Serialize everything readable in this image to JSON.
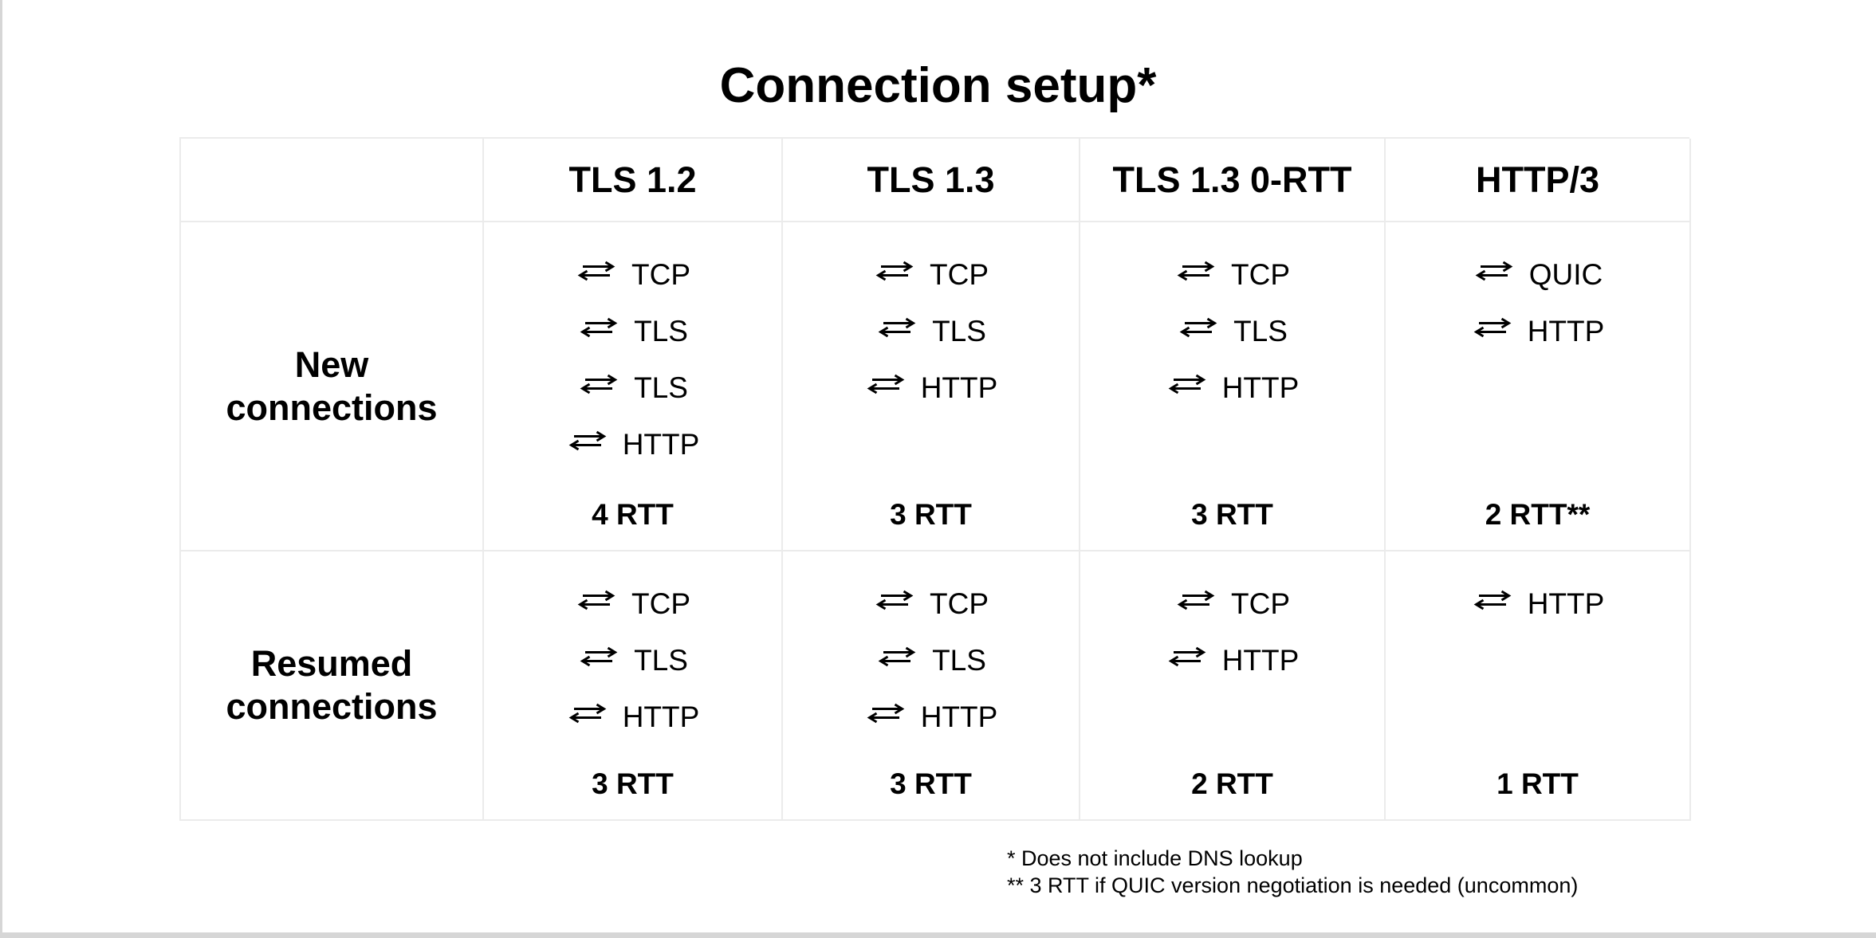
{
  "page": {
    "title": "Connection setup*"
  },
  "table": {
    "columns": [
      "",
      "TLS 1.2",
      "TLS 1.3",
      "TLS 1.3 0-RTT",
      "HTTP/3"
    ],
    "rows": [
      {
        "label": "New connections",
        "cells": [
          {
            "steps": [
              "TCP",
              "TLS",
              "TLS",
              "HTTP"
            ],
            "rtt": "4 RTT"
          },
          {
            "steps": [
              "TCP",
              "TLS",
              "HTTP"
            ],
            "rtt": "3 RTT"
          },
          {
            "steps": [
              "TCP",
              "TLS",
              "HTTP"
            ],
            "rtt": "3 RTT"
          },
          {
            "steps": [
              "QUIC",
              "HTTP"
            ],
            "rtt": "2 RTT**"
          }
        ]
      },
      {
        "label": "Resumed connections",
        "cells": [
          {
            "steps": [
              "TCP",
              "TLS",
              "HTTP"
            ],
            "rtt": "3 RTT"
          },
          {
            "steps": [
              "TCP",
              "TLS",
              "HTTP"
            ],
            "rtt": "3 RTT"
          },
          {
            "steps": [
              "TCP",
              "HTTP"
            ],
            "rtt": "2 RTT"
          },
          {
            "steps": [
              "HTTP"
            ],
            "rtt": "1 RTT"
          }
        ]
      }
    ]
  },
  "footnotes": [
    "* Does not include DNS lookup",
    "** 3 RTT if QUIC version negotiation is needed (uncommon)"
  ],
  "icons": {
    "step_icon": "roundtrip-arrows-icon"
  },
  "colors": {
    "text": "#000000",
    "grid_line": "#ebebeb",
    "window_frame": "#d6d6d6",
    "background": "#ffffff"
  }
}
